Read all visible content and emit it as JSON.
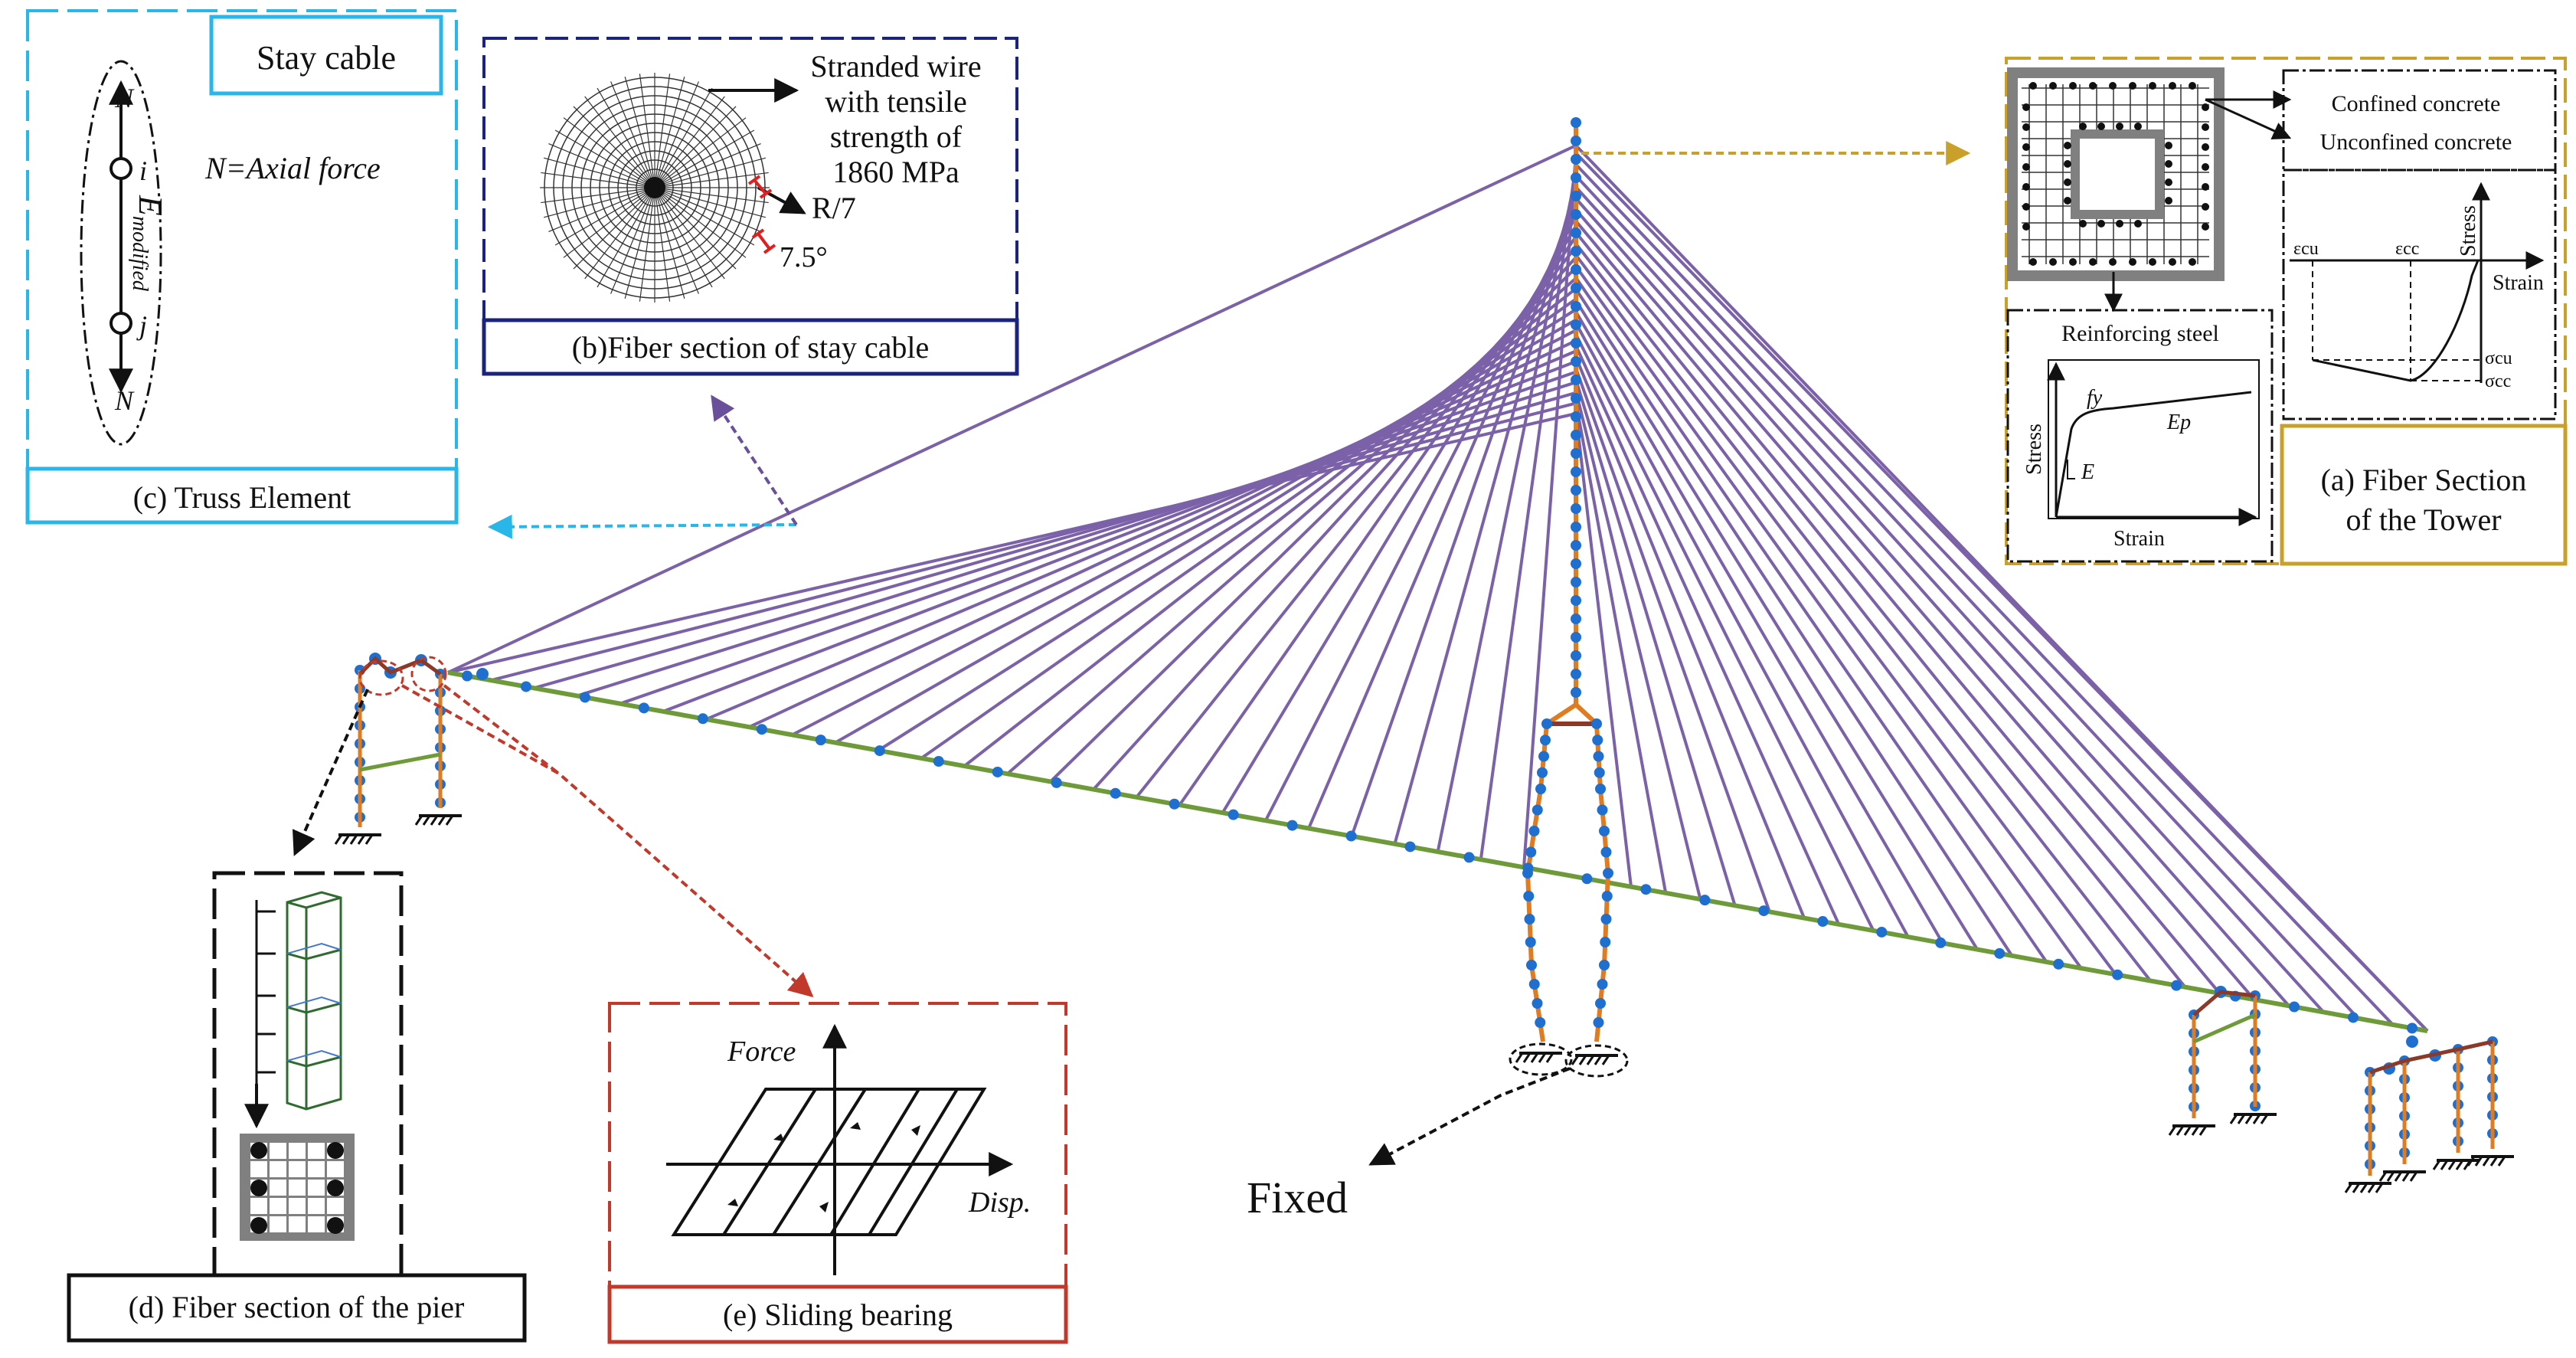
{
  "panels": {
    "stay_cable": {
      "title": "Stay cable",
      "n_top": "N",
      "n_bottom": "N",
      "node_i": "i",
      "node_j": "j",
      "e_label": "E",
      "e_sub": "modified",
      "axial": "N=Axial force",
      "caption": "(c) Truss Element"
    },
    "fiber_cable": {
      "wire_line1": "Stranded wire",
      "wire_line2": "with tensile",
      "wire_line3": "strength of",
      "wire_line4": "1860 MPa",
      "radius": "R/7",
      "angle": "7.5°",
      "caption": "(b)Fiber section of stay cable"
    },
    "tower": {
      "confined": "Confined concrete",
      "unconfined": "Unconfined concrete",
      "stress": "Stress",
      "strain": "Strain",
      "eps_cu": "εcu",
      "eps_cc": "εcc",
      "sig_cu": "σcu",
      "sig_cc": "σcc",
      "steel_title": "Reinforcing steel",
      "fy": "fy",
      "ep": "Ep",
      "e": "E",
      "caption_line1": "(a) Fiber Section",
      "caption_line2": "of the Tower"
    },
    "pier": {
      "caption": "(d) Fiber section of the pier"
    },
    "bearing": {
      "force": "Force",
      "disp": "Disp.",
      "caption": "(e)  Sliding bearing"
    },
    "fixed_label": "Fixed"
  },
  "colors": {
    "cyan": "#29b6e8",
    "navy": "#1a237e",
    "gold": "#c8a02a",
    "red": "#c0392b",
    "cable": "#7b61a8",
    "deck": "#6f9a3a",
    "tower": "#e07b1f",
    "node": "#1e6fd0",
    "pier_brown": "#8b3a2a"
  }
}
